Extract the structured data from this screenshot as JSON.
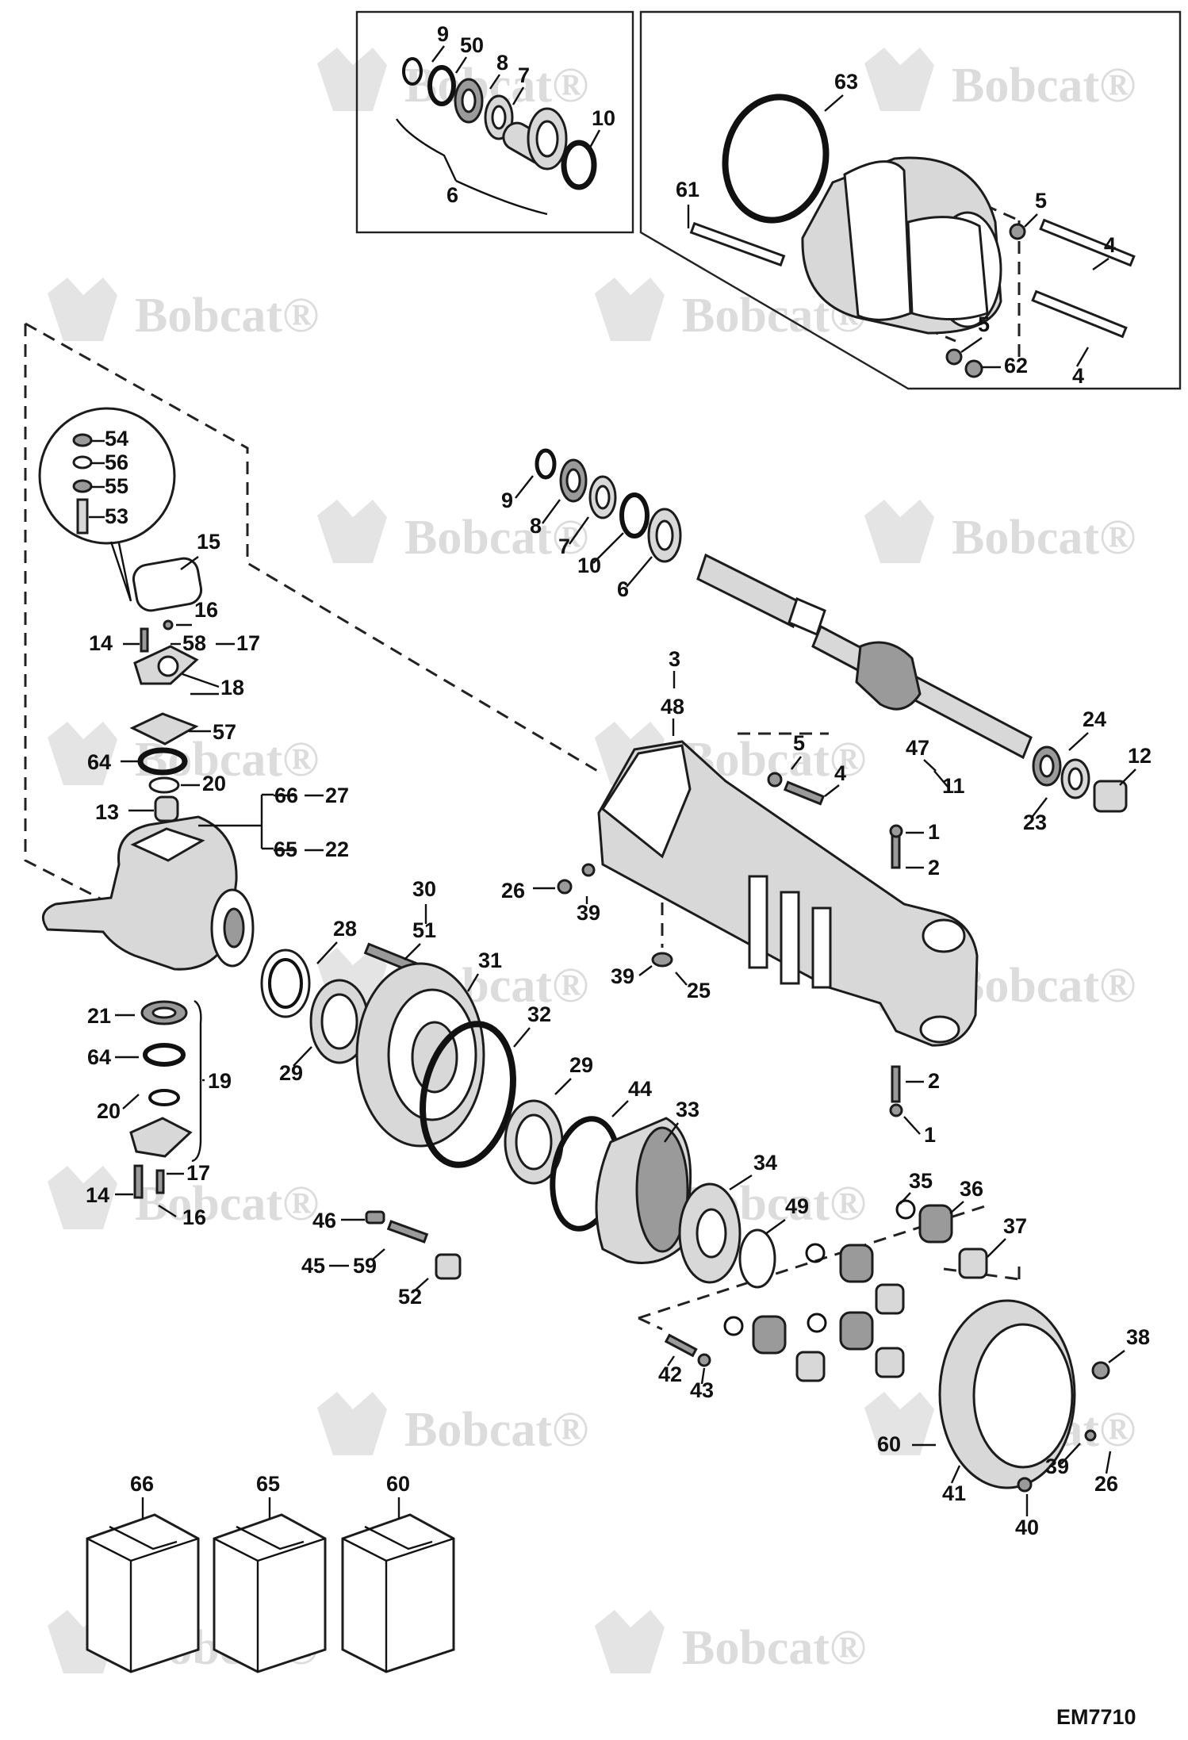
{
  "drawing_code": "EM7710",
  "watermark": {
    "text": "Bobcat",
    "registered_mark": "®"
  },
  "callouts": {
    "c1": "9",
    "c2": "50",
    "c3": "8",
    "c4": "7",
    "c5": "10",
    "c6": "6",
    "c7": "63",
    "c8": "61",
    "c9": "5",
    "c10": "4",
    "c11": "5",
    "c12": "62",
    "c13": "4",
    "c14": "54",
    "c15": "56",
    "c16": "55",
    "c17": "53",
    "c18": "15",
    "c19": "16",
    "c20": "14",
    "c21": "58",
    "c22": "17",
    "c23": "18",
    "c24": "57",
    "c25": "64",
    "c26": "20",
    "c27": "13",
    "c28": "66",
    "c29": "27",
    "c30": "65",
    "c31": "22",
    "c32": "9",
    "c33": "8",
    "c34": "7",
    "c35": "10",
    "c36": "6",
    "c37": "3",
    "c38": "48",
    "c39": "5",
    "c40": "4",
    "c41": "24",
    "c42": "12",
    "c43": "47",
    "c44": "11",
    "c45": "23",
    "c46": "1",
    "c47": "2",
    "c48": "26",
    "c49": "39",
    "c50": "39",
    "c51": "25",
    "c52": "2",
    "c53": "1",
    "c54": "30",
    "c55": "51",
    "c56": "28",
    "c57": "31",
    "c58": "32",
    "c59": "29",
    "c60": "29",
    "c61": "44",
    "c62": "33",
    "c63": "34",
    "c64": "49",
    "c65": "21",
    "c66": "64",
    "c67": "19",
    "c68": "20",
    "c69": "17",
    "c70": "14",
    "c71": "16",
    "c72": "46",
    "c73": "45",
    "c74": "59",
    "c75": "52",
    "c76": "35",
    "c77": "36",
    "c78": "37",
    "c79": "38",
    "c80": "42",
    "c81": "43",
    "c82": "60",
    "c83": "41",
    "c84": "39",
    "c85": "26",
    "c86": "40",
    "c87": "66",
    "c88": "65",
    "c89": "60"
  }
}
